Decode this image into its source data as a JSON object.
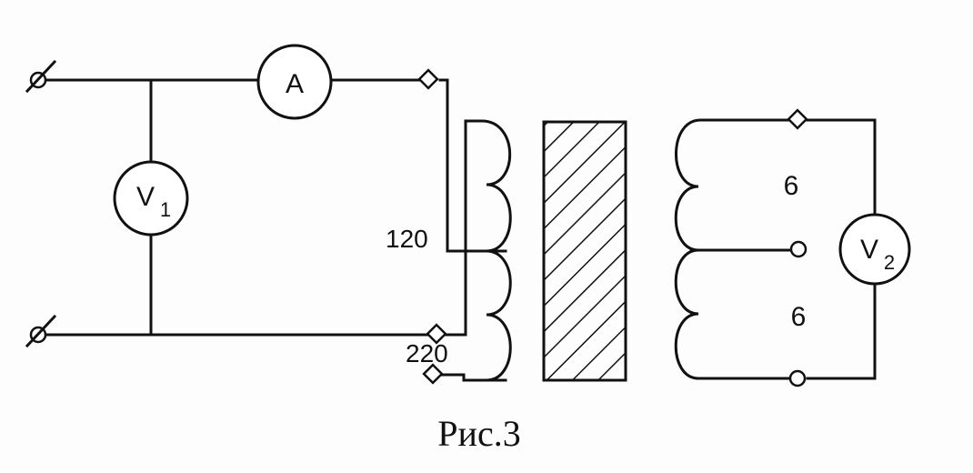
{
  "diagram": {
    "ammeter": {
      "symbol": "A"
    },
    "voltmeter_1": {
      "symbol": "V",
      "subscript": "1"
    },
    "voltmeter_2": {
      "symbol": "V",
      "subscript": "2"
    },
    "primary_tap_label": "120",
    "primary_end_label": "220",
    "secondary_upper_label": "6",
    "secondary_lower_label": "6",
    "caption": "Рис.3"
  }
}
